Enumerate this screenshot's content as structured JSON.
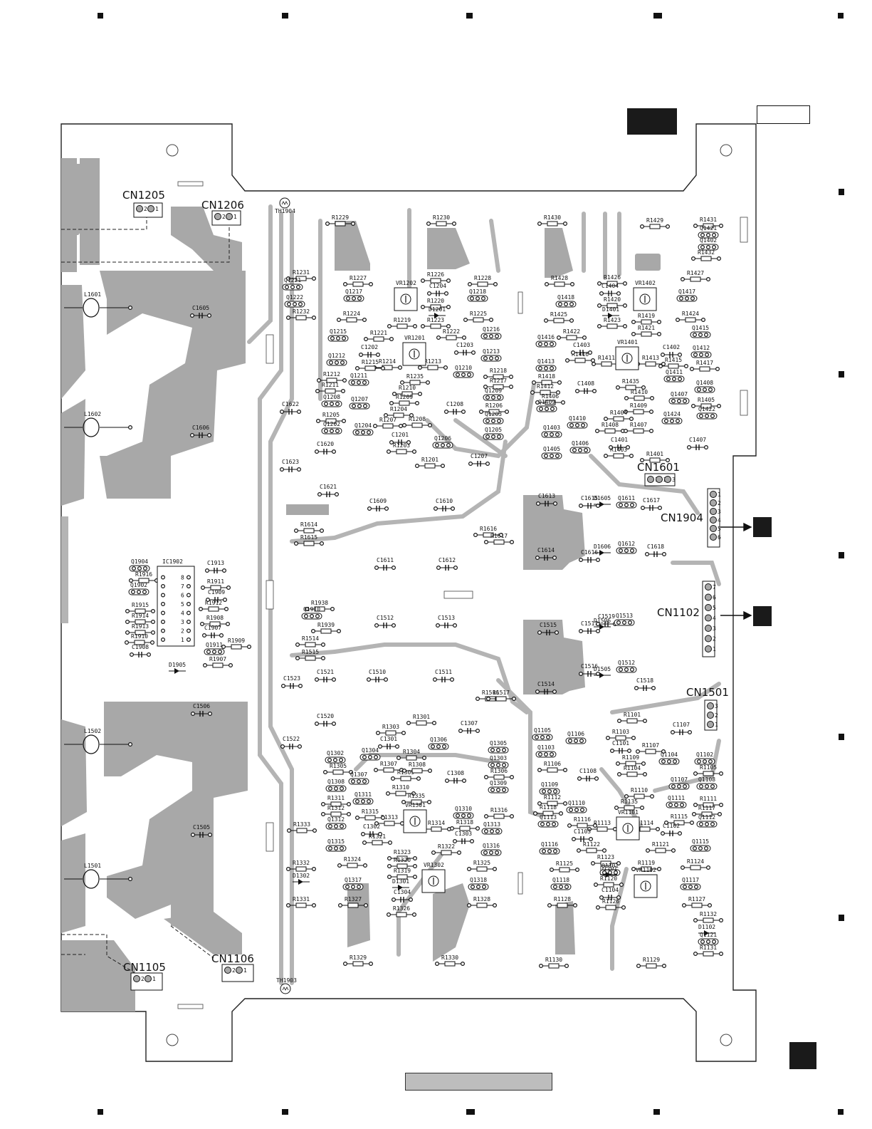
{
  "connectors": [
    {
      "id": "cn1205",
      "label": "CN1205",
      "pins": [
        "2",
        "1"
      ]
    },
    {
      "id": "cn1206",
      "label": "CN1206",
      "pins": [
        "2",
        "1"
      ]
    },
    {
      "id": "cn1601",
      "label": "CN1601",
      "pins": [
        "1",
        "2",
        "3"
      ]
    },
    {
      "id": "cn1904",
      "label": "CN1904",
      "pins": [
        "1",
        "2",
        "3",
        "4",
        "5",
        "6"
      ]
    },
    {
      "id": "cn1102",
      "label": "CN1102",
      "pins": [
        "7",
        "6",
        "5",
        "4",
        "3",
        "2",
        "1"
      ]
    },
    {
      "id": "cn1501",
      "label": "CN1501",
      "pins": [
        "3",
        "2",
        "1"
      ]
    },
    {
      "id": "cn1105",
      "label": "CN1105",
      "pins": [
        "2",
        "1"
      ]
    },
    {
      "id": "cn1106",
      "label": "CN1106",
      "pins": [
        "2",
        "1"
      ]
    }
  ],
  "thermistors": [
    "TH1904",
    "TH1903"
  ],
  "inductors": [
    "L1601",
    "L1602",
    "L1502",
    "L1501"
  ],
  "capacitors": [
    "C1605",
    "C1606",
    "C1622",
    "C1623",
    "C1620",
    "C1621",
    "C1609",
    "C1610",
    "C1611",
    "C1612",
    "C1613",
    "C1614",
    "C1615",
    "C1616",
    "C1617",
    "C1618",
    "C1512",
    "C1513",
    "C1515",
    "C1514",
    "C1516",
    "C1517",
    "C1518",
    "C1519",
    "C1510",
    "C1511",
    "C1521",
    "C1520",
    "C1523",
    "C1522",
    "C1506",
    "C1505",
    "C1913",
    "C1908",
    "C1909",
    "C1907",
    "C1204",
    "C1203",
    "C1202",
    "C1201",
    "C1208",
    "C1207",
    "C1404",
    "C1403",
    "C1402",
    "C1401",
    "C1408",
    "C1407",
    "C1301",
    "C1302",
    "C1303",
    "C1304",
    "C1307",
    "C1308",
    "C1101",
    "C1102",
    "C1103",
    "C1104",
    "C1107",
    "C1108"
  ],
  "resistors": [
    "R1229",
    "R1230",
    "R1231",
    "R1232",
    "R1227",
    "R1228",
    "R1226",
    "R1220",
    "R1223",
    "R1224",
    "R1225",
    "R1221",
    "R1222",
    "R1219",
    "R1214",
    "R1213",
    "R1215",
    "R1235",
    "R1212",
    "R1211",
    "R1210",
    "R1218",
    "R1217",
    "R1209",
    "R1204",
    "R1205",
    "R1207",
    "R1208",
    "R1206",
    "R1201",
    "R1203",
    "R1430",
    "R1429",
    "R1431",
    "R1432",
    "R1428",
    "R1426",
    "R1420",
    "R1423",
    "R1425",
    "R1422",
    "R1419",
    "R1421",
    "R1424",
    "R1427",
    "R1416",
    "R1411",
    "R1413",
    "R1415",
    "R1417",
    "R1418",
    "R1412",
    "R1435",
    "R1410",
    "R1409",
    "R1406",
    "R1404",
    "R1408",
    "R1407",
    "R1405",
    "R1403",
    "R1401",
    "R1614",
    "R1615",
    "R1616",
    "R1617",
    "R1514",
    "R1515",
    "R1516",
    "R1517",
    "R1938",
    "R1939",
    "R1911",
    "R1912",
    "R1908",
    "R1909",
    "R1907",
    "R1916",
    "R1915",
    "R1914",
    "R1913",
    "R1910",
    "R1301",
    "R1303",
    "R1304",
    "R1305",
    "R1307",
    "R1309",
    "R1308",
    "R1306",
    "R1310",
    "R1335",
    "R1311",
    "R1312",
    "R1313",
    "R1314",
    "R1315",
    "R1316",
    "R1318",
    "R1321",
    "R1322",
    "R1323",
    "R1320",
    "R1319",
    "R1324",
    "R1325",
    "R1327",
    "R1326",
    "R1328",
    "R1329",
    "R1330",
    "R1331",
    "R1332",
    "R1333",
    "R1101",
    "R1103",
    "R1107",
    "R1105",
    "R1109",
    "R1104",
    "R1106",
    "R1110",
    "R1112",
    "R1111",
    "R1117",
    "R1115",
    "R1114",
    "R1113",
    "R1116",
    "R1118",
    "R1135",
    "R1121",
    "R1122",
    "R1123",
    "R1119",
    "R1124",
    "R1125",
    "R1120",
    "R1126",
    "R1127",
    "R1128",
    "R1130",
    "R1129",
    "R1131",
    "R1132"
  ],
  "transistors": [
    "Q1221",
    "Q1222",
    "Q1217",
    "Q1218",
    "Q1215",
    "Q1216",
    "Q1212",
    "Q1213",
    "Q1211",
    "Q1210",
    "Q1209",
    "Q1208",
    "Q1207",
    "Q1203",
    "Q1202",
    "Q1204",
    "Q1205",
    "Q1206",
    "Q1421",
    "Q1402",
    "Q1417",
    "Q1418",
    "Q1416",
    "Q1415",
    "Q1412",
    "Q1413",
    "Q1411",
    "Q1407",
    "Q1408",
    "Q1409",
    "Q1410",
    "Q1424",
    "Q1422",
    "Q1403",
    "Q1406",
    "Q1405",
    "Q1611",
    "Q1612",
    "Q1512",
    "Q1513",
    "Q1904",
    "Q1902",
    "Q1910",
    "Q1911",
    "Q1302",
    "Q1304",
    "Q1306",
    "Q1305",
    "Q1303",
    "Q1307",
    "Q1308",
    "Q1309",
    "Q1311",
    "Q1310",
    "Q1312",
    "Q1313",
    "Q1315",
    "Q1316",
    "Q1317",
    "Q1318",
    "Q1105",
    "Q1106",
    "Q1104",
    "Q1102",
    "Q1103",
    "Q1107",
    "Q1108",
    "Q1109",
    "Q1110",
    "Q1111",
    "Q1112",
    "Q1113",
    "Q1115",
    "Q1116",
    "Q1117",
    "Q1118",
    "Q1121",
    "Q1101"
  ],
  "diodes": [
    "D1201",
    "D1401",
    "D1905",
    "D1302",
    "D1301",
    "D1101",
    "D1605",
    "D1606",
    "D1505",
    "D1506",
    "D1102"
  ],
  "trimmers": [
    "VR1202",
    "VR1201",
    "VR1402",
    "VR1401",
    "VR1301",
    "VR1302",
    "VR1101",
    "VR1102"
  ],
  "ics": [
    "IC1902"
  ],
  "ic_pins": [
    "1",
    "2",
    "3",
    "4",
    "5",
    "6",
    "7",
    "8"
  ],
  "colors": {
    "copper": "#a8a8a8",
    "trace": "#b4b4b4",
    "board_edge": "#222222",
    "pad": "#ffffff",
    "ink": "#111111"
  }
}
